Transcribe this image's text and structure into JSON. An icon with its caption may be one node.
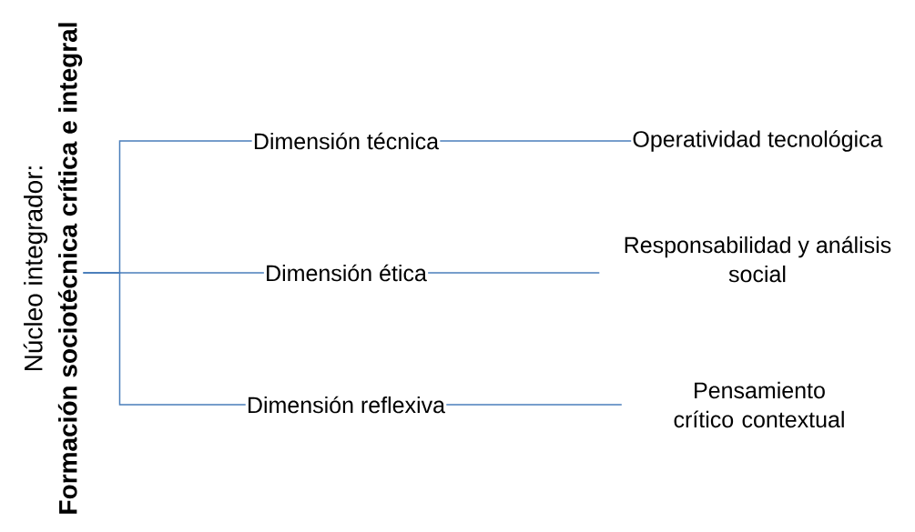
{
  "diagram": {
    "nodes": [
      {
        "text": [
          "Núcleo integrador:",
          "Formación sociotécnica crítica e integral"
        ]
      },
      {
        "text": [
          "Dimensión técnica"
        ]
      },
      {
        "text": [
          "Dimensión ética"
        ]
      },
      {
        "text": [
          "Dimensión reflexiva"
        ]
      },
      {
        "text": [
          "Operatividad tecnológica"
        ]
      },
      {
        "text": [
          "Responsabilidad y análisis social"
        ]
      },
      {
        "text": [
          "Pensamiento crítico contextual"
        ]
      }
    ],
    "edges": [
      {
        "from": 0,
        "to": 1,
        "arrow": "none"
      },
      {
        "from": 0,
        "to": 2,
        "arrow": "none"
      },
      {
        "from": 0,
        "to": 3,
        "arrow": "none"
      },
      {
        "from": 1,
        "to": 4,
        "arrow": "none"
      },
      {
        "from": 2,
        "to": 5,
        "arrow": "none"
      },
      {
        "from": 3,
        "to": 6,
        "arrow": "none"
      }
    ]
  }
}
